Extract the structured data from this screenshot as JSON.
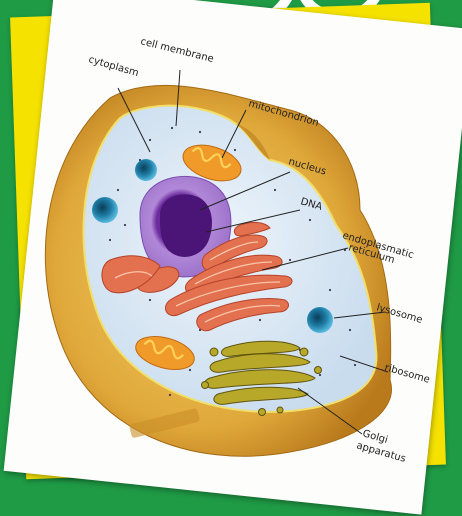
{
  "labels": {
    "cell_membrane": "cell membrane",
    "cytoplasm": "cytoplasm",
    "mitochondrion": "mitochondrion",
    "nucleus": "nucleus",
    "dna": "DNA",
    "er_line1": "endoplasmatic",
    "er_line2": "reticulum",
    "lysosome": "lysosome",
    "ribosome": "ribosome",
    "golgi_line1": "Golgi",
    "golgi_line2": "apparatus"
  },
  "colors": {
    "background": "#1f9a45",
    "card_yellow": "#f5e200",
    "cell_outer": "#e0a83a",
    "cytoplasm": "#d9e9f6",
    "nucleus": "#a77ad0",
    "er": "#e3704e",
    "mitochondrion": "#f09a2a",
    "golgi": "#b8a82a",
    "lysosome": "#2a8fb5"
  }
}
